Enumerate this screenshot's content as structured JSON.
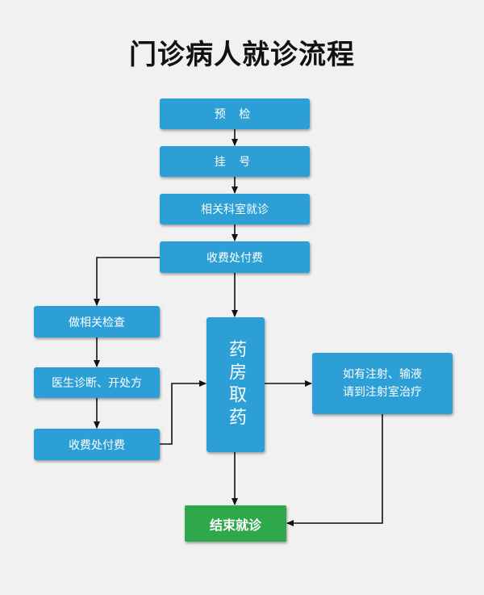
{
  "title": "门诊病人就诊流程",
  "nodes": {
    "precheck": "预 检",
    "register": "挂 号",
    "department": "相关科室就诊",
    "pay1": "收费处付费",
    "exam": "做相关检查",
    "diagnose": "医生诊断、开处方",
    "pay2": "收费处付费",
    "pharmacy": "药房取药",
    "injection_line1": "如有注射、输液",
    "injection_line2": "请到注射室治疗",
    "end": "结束就诊"
  },
  "colors": {
    "step": "#2b9fd6",
    "end": "#2ea84a",
    "arrow": "#111111"
  }
}
